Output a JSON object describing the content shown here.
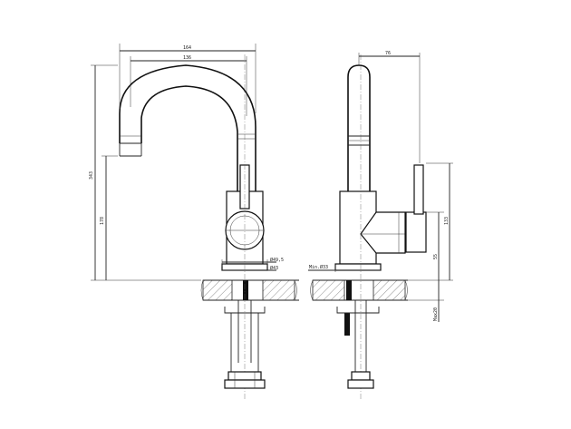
{
  "diagram": {
    "front_view": {
      "dim_overall_width": "164",
      "dim_spout_reach": "136",
      "dim_total_height": "343",
      "dim_spout_height": "178",
      "dim_body_dia_outer": "Ø49,5",
      "dim_body_dia_inner": "Ø43"
    },
    "side_view": {
      "dim_depth": "76",
      "dim_hole": "Min.Ø33",
      "dim_handle_height": "133",
      "dim_base_height": "55",
      "dim_max_thickness": "Max20"
    }
  }
}
